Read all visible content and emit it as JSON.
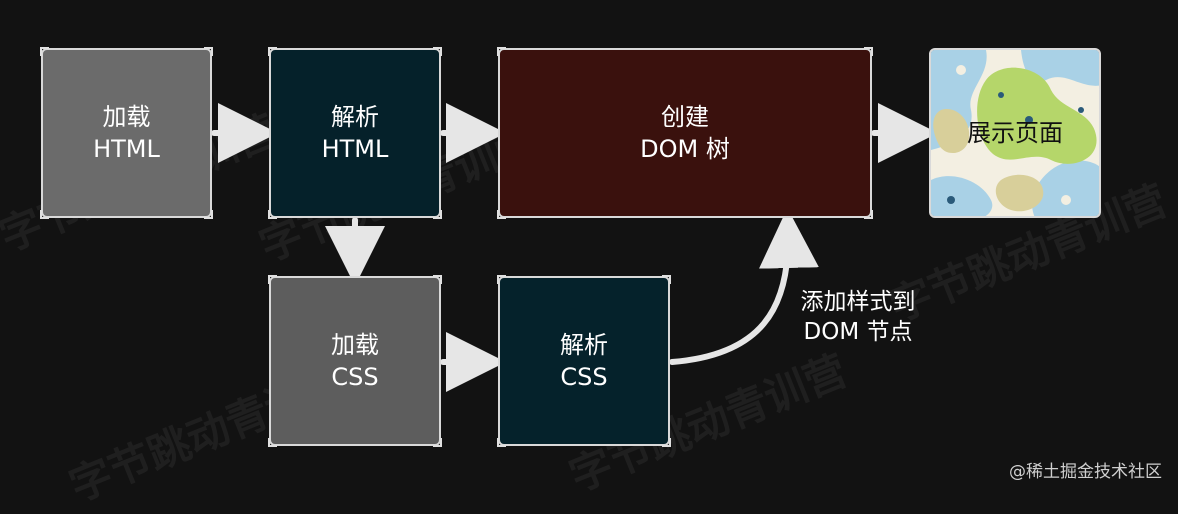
{
  "nodes": {
    "load_html": {
      "line1": "加载",
      "line2": "HTML"
    },
    "parse_html": {
      "line1": "解析",
      "line2": "HTML"
    },
    "build_dom": {
      "line1": "创建",
      "line2": "DOM 树"
    },
    "display": {
      "label": "展示页面"
    },
    "load_css": {
      "line1": "加载",
      "line2": "CSS"
    },
    "parse_css": {
      "line1": "解析",
      "line2": "CSS"
    }
  },
  "edge_label": {
    "line1": "添加样式到",
    "line2": "DOM 节点"
  },
  "watermark": "字节跳动青训营",
  "credit": "@稀土掘金技术社区",
  "colors": {
    "background": "#121212",
    "load_html": "#6b6b6b",
    "parse": "#05212a",
    "build_dom": "#3a110d",
    "load_css": "#5d5d5d",
    "arrow": "#e6e6e6"
  }
}
